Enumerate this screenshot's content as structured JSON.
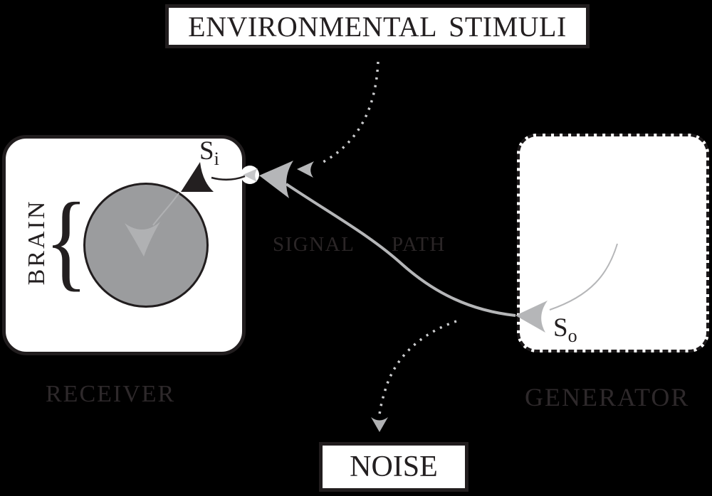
{
  "diagram": {
    "title_box": {
      "label": "ENVIRONMENTAL STIMULI"
    },
    "receiver": {
      "label": "RECEIVER",
      "brain_label": "BRAIN",
      "brace_glyph": "{",
      "signal_in": {
        "base": "S",
        "sub": "i"
      }
    },
    "generator": {
      "label": "GENERATOR",
      "signal_out": {
        "base": "S",
        "sub": "o"
      }
    },
    "noise_box": {
      "label": "NOISE"
    },
    "path_label": "SIGNAL PATH",
    "colors": {
      "background": "#000000",
      "box_fill": "#ffffff",
      "ink": "#231f20",
      "outside_label": "#2e292b",
      "brain_circle_fill": "#9b9c9e",
      "signal_gray": "#b5b6b8",
      "arrow_gray": "#b0b1b3",
      "dotted_gray": "#cbccce"
    }
  }
}
